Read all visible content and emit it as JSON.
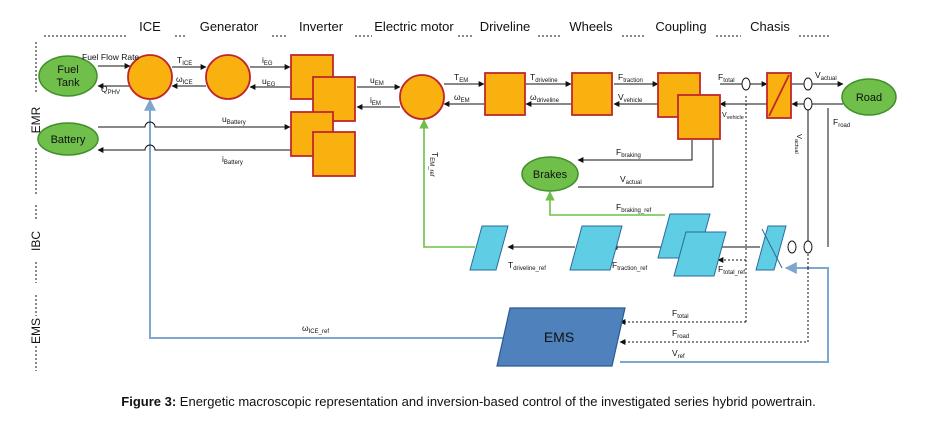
{
  "header": {
    "ice": "ICE",
    "generator": "Generator",
    "inverter": "Inverter",
    "electric_motor": "Electric motor",
    "driveline": "Driveline",
    "wheels": "Wheels",
    "coupling": "Coupling",
    "chasis": "Chasis"
  },
  "side": {
    "emr": "EMR",
    "ibc": "IBC",
    "ems": "EMS"
  },
  "sources": {
    "fuel_tank_line1": "Fuel",
    "fuel_tank_line2": "Tank",
    "battery": "Battery",
    "road": "Road",
    "brakes": "Brakes"
  },
  "ems_label": "EMS",
  "labels": {
    "fuel_flow_rate": "Fuel Flow Rate",
    "q_phv": "Q",
    "q_phv_sub": "PHV",
    "t_ice": "T",
    "t_ice_sub": "ICE",
    "w_ice": "ω",
    "w_ice_sub": "ICE",
    "i_eg": "i",
    "i_eg_sub": "EG",
    "u_eg": "u",
    "u_eg_sub": "EG",
    "u_em": "u",
    "u_em_sub": "EM",
    "i_em": "i",
    "i_em_sub": "EM",
    "t_em": "T",
    "t_em_sub": "EM",
    "w_em": "ω",
    "w_em_sub": "EM",
    "t_driveline": "T",
    "t_driveline_sub": "driveline",
    "w_driveline": "ω",
    "w_driveline_sub": "driveline",
    "f_traction": "F",
    "f_traction_sub": "traction",
    "v_vehicle": "V",
    "v_vehicle_sub": "vehicle",
    "f_total": "F",
    "f_total_sub": "total",
    "v_vehicle2": "V",
    "v_vehicle2_sub": "vehicle",
    "v_actual": "V",
    "v_actual_sub": "actual",
    "f_road": "F",
    "f_road_sub": "road",
    "v_actual_vert": "V",
    "v_actual_vert_sub": "actual",
    "u_battery": "u",
    "u_battery_sub": "Battery",
    "i_battery": "i",
    "i_battery_sub": "Battery",
    "f_braking": "F",
    "f_braking_sub": "braking",
    "v_actual_brakes": "V",
    "v_actual_brakes_sub": "actual",
    "f_braking_ref": "F",
    "f_braking_ref_sub": "braking_ref",
    "t_em_ref": "T",
    "t_em_ref_sub": "EM_ref",
    "t_driveline_ref": "T",
    "t_driveline_ref_sub": "driveline_ref",
    "f_traction_ref": "F",
    "f_traction_ref_sub": "traction_ref",
    "f_total_ref": "F",
    "f_total_ref_sub": "total_ref",
    "w_ice_ref": "ω",
    "w_ice_ref_sub": "ICE_ref",
    "ems_f_total": "F",
    "ems_f_total_sub": "total",
    "ems_f_road": "F",
    "ems_f_road_sub": "road",
    "ems_v_ref": "V",
    "ems_v_ref_sub": "ref"
  },
  "caption": {
    "bold": "Figure 3:",
    "text": " Energetic macroscopic representation and inversion-based control of the investigated series hybrid powertrain."
  },
  "colors": {
    "orange": "#f9b110",
    "red_border": "#c0272d",
    "green": "#6fbf4a",
    "green_border": "#3f8f2b",
    "cyan": "#5fcde4",
    "cyan_border": "#2a6b9b",
    "ems_blue": "#4f81bd",
    "control_line": "#7ea6cf",
    "ref_green": "#6fbf4a"
  }
}
